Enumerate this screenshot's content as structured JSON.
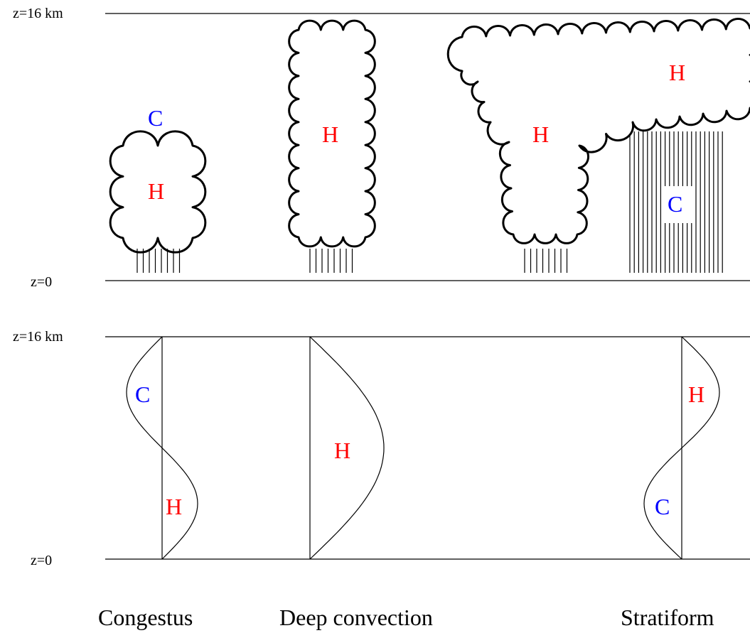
{
  "axis_labels": {
    "top_z16": "z=16 km",
    "top_z0": "z=0",
    "bottom_z16": "z=16 km",
    "bottom_z0": "z=0"
  },
  "top_panel": {
    "congestus_cap": "C",
    "congestus_cloud": "H",
    "deep_cloud": "H",
    "strat_tower": "H",
    "strat_anvil": "H",
    "strat_rain": "C"
  },
  "bottom_panel": {
    "congestus_upper": "C",
    "congestus_lower": "H",
    "deep": "H",
    "strat_upper": "H",
    "strat_lower": "C"
  },
  "columns": {
    "congestus": "Congestus",
    "deep": "Deep convection",
    "stratiform": "Stratiform"
  },
  "colors": {
    "heating": "#ff0000",
    "cooling": "#0000ff",
    "line": "#000000"
  }
}
